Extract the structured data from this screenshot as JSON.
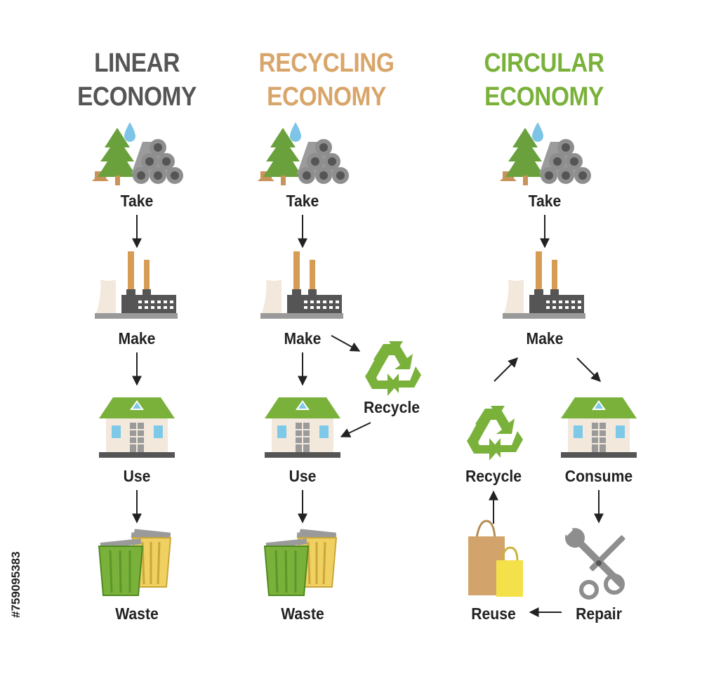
{
  "columns": {
    "linear": {
      "title1": "LINEAR",
      "title2": "ECONOMY",
      "color": "#555555"
    },
    "recycling": {
      "title1": "RECYCLING",
      "title2": "ECONOMY",
      "color": "#d8a56a"
    },
    "circular": {
      "title1": "CIRCULAR",
      "title2": "ECONOMY",
      "color": "#7ab13a"
    }
  },
  "labels": {
    "take": "Take",
    "make": "Make",
    "use": "Use",
    "waste": "Waste",
    "recycle": "Recycle",
    "consume": "Consume",
    "repair": "Repair",
    "reuse": "Reuse"
  },
  "watermark": "#759095383",
  "colors": {
    "tree": "#6aa13c",
    "trunk": "#c9935a",
    "water": "#7ec4e6",
    "pipes": "#8e8e8e",
    "factory": "#555555",
    "chimney": "#d69c55",
    "roof": "#7ab13a",
    "wall": "#f3e8dc",
    "window": "#7ec9e8",
    "arrow": "#222222",
    "recycle": "#7ab13a",
    "bin_green": "#7ab13a",
    "bin_yellow": "#f0d060",
    "bag_brown": "#d2a36a",
    "bag_yellow": "#f4e14a",
    "tool": "#8e8e8e"
  }
}
